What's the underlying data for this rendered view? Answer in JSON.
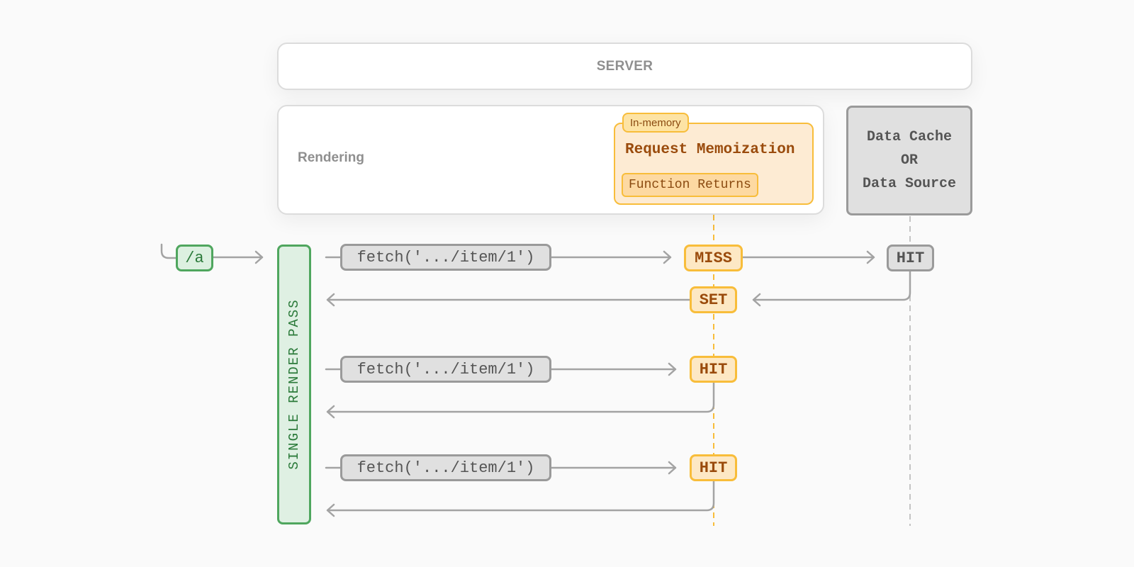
{
  "server": {
    "label": "SERVER"
  },
  "rendering": {
    "label": "Rendering"
  },
  "memoization": {
    "badge": "In-memory",
    "title": "Request Memoization",
    "chip": "Function Returns"
  },
  "data_cache": {
    "line1": "Data Cache",
    "line2": "OR",
    "line3": "Data Source"
  },
  "route": {
    "label": "/a"
  },
  "render_pass": {
    "label": "SINGLE RENDER PASS"
  },
  "requests": [
    {
      "fetch": "fetch('.../item/1')",
      "memo_result": "MISS",
      "memo_return": "SET",
      "source_result": "HIT"
    },
    {
      "fetch": "fetch('.../item/1')",
      "memo_result": "HIT"
    },
    {
      "fetch": "fetch('.../item/1')",
      "memo_result": "HIT"
    }
  ],
  "colors": {
    "accent_orange": "#f8bd3a",
    "accent_green": "#4fa65e",
    "neutral_gray": "#9a9a9a",
    "arrow_gray": "#a3a3a3"
  }
}
